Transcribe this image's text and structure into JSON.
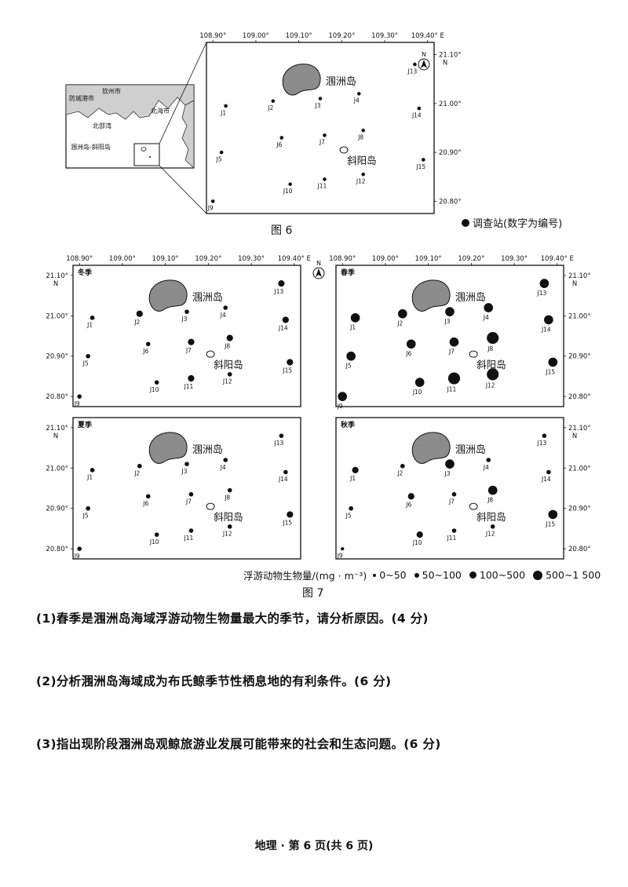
{
  "fig6": {
    "caption": "图 6",
    "legend_label": "调查站(数字为编号)",
    "inset": {
      "labels": [
        "防城港市",
        "钦州市",
        "北海市",
        "北部湾",
        "涠洲岛-斜阳岛"
      ]
    }
  },
  "map": {
    "lon_ticks": [
      "108.90°",
      "109.00°",
      "109.10°",
      "109.20°",
      "109.30°",
      "109.40° E"
    ],
    "lat_ticks": [
      "21.10°",
      "21.00°",
      "20.90°",
      "20.80°"
    ],
    "north": "N",
    "island_weizhou": "涠洲岛",
    "island_xieyang": "斜阳岛",
    "stations": [
      {
        "id": "J1",
        "lon": 108.93,
        "lat": 20.995
      },
      {
        "id": "J2",
        "lon": 109.04,
        "lat": 21.005
      },
      {
        "id": "J3",
        "lon": 109.15,
        "lat": 21.01
      },
      {
        "id": "J4",
        "lon": 109.24,
        "lat": 21.02
      },
      {
        "id": "J5",
        "lon": 108.92,
        "lat": 20.9
      },
      {
        "id": "J6",
        "lon": 109.06,
        "lat": 20.93
      },
      {
        "id": "J7",
        "lon": 109.16,
        "lat": 20.935
      },
      {
        "id": "J8",
        "lon": 109.25,
        "lat": 20.945
      },
      {
        "id": "J9",
        "lon": 108.9,
        "lat": 20.8
      },
      {
        "id": "J10",
        "lon": 109.08,
        "lat": 20.835
      },
      {
        "id": "J11",
        "lon": 109.16,
        "lat": 20.845
      },
      {
        "id": "J12",
        "lon": 109.25,
        "lat": 20.855
      },
      {
        "id": "J13",
        "lon": 109.37,
        "lat": 21.08
      },
      {
        "id": "J14",
        "lon": 109.38,
        "lat": 20.99
      },
      {
        "id": "J15",
        "lon": 109.39,
        "lat": 20.885
      }
    ]
  },
  "fig7": {
    "caption": "图 7",
    "legend_title": "浮游动物生物量/(mg · m⁻³)",
    "legend_classes": [
      "0~50",
      "50~100",
      "100~500",
      "500~1 500"
    ],
    "panels": [
      {
        "season": "冬季",
        "levels": [
          1,
          2,
          1,
          1,
          1,
          1,
          2,
          2,
          1,
          1,
          2,
          1,
          2,
          2,
          2
        ]
      },
      {
        "season": "春季",
        "levels": [
          3,
          3,
          3,
          3,
          3,
          3,
          3,
          4,
          3,
          3,
          4,
          4,
          3,
          3,
          3
        ]
      },
      {
        "season": "夏季",
        "levels": [
          1,
          1,
          1,
          1,
          1,
          1,
          1,
          1,
          1,
          1,
          1,
          1,
          1,
          1,
          2
        ]
      },
      {
        "season": "秋季",
        "levels": [
          2,
          1,
          3,
          1,
          1,
          2,
          1,
          3,
          0,
          2,
          1,
          1,
          1,
          1,
          3
        ]
      }
    ]
  },
  "questions": [
    "(1)春季是涠洲岛海域浮游动物生物量最大的季节，请分析原因。(4 分)",
    "(2)分析涠洲岛海域成为布氏鲸季节性栖息地的有利条件。(6 分)",
    "(3)指出现阶段涠洲岛观鲸旅游业发展可能带来的社会和生态问题。(6 分)"
  ],
  "footer": "地理 · 第 6 页(共 6 页)"
}
